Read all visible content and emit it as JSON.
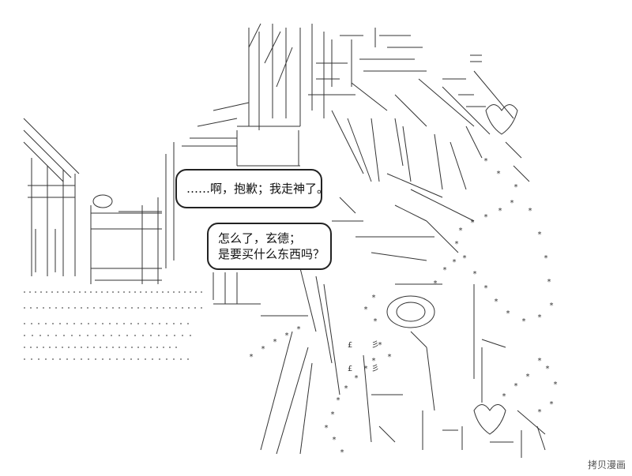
{
  "dialogue": [
    {
      "speaker_side": "left",
      "lines": [
        "……啊，抱歉；我走神了。"
      ]
    },
    {
      "speaker_side": "left",
      "lines": [
        "怎么了，玄德；",
        "是要买什么东西吗？"
      ]
    }
  ],
  "watermark": "拷贝漫画",
  "colors": {
    "ink": "#222222",
    "background": "#ffffff"
  }
}
